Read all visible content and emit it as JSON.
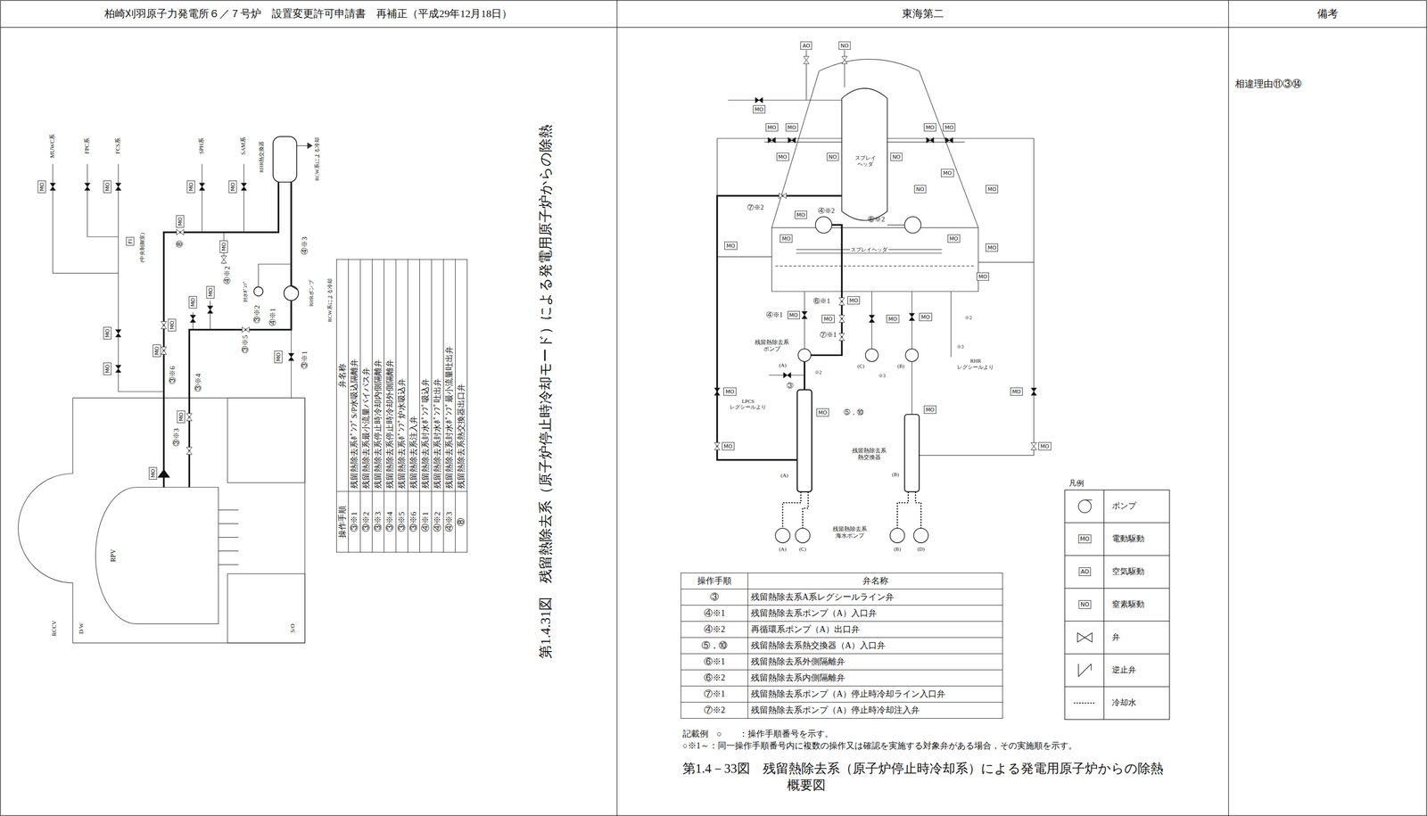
{
  "diagram": {
    "caption": "第1.4－33図　残留熱除去系（原子炉停止時冷却系）による発電用原子炉からの除熱　概要図",
    "nodes": [
      {
        "text": [
          "MO"
        ]
      },
      {
        "text": [
          "MO"
        ]
      },
      {
        "text": [
          "MO"
        ]
      },
      {
        "text": [
          "MO"
        ]
      },
      {
        "text": [
          "FI"
        ]
      },
      {
        "text": [
          "MO"
        ]
      },
      {
        "text": [
          "MO"
        ]
      },
      {
        "text": [
          "MO"
        ]
      },
      {
        "text": [
          "MO"
        ]
      },
      {
        "text": [
          "MO"
        ]
      },
      {
        "text": [
          "MO"
        ]
      },
      {
        "text": [
          "MO"
        ]
      },
      {
        "text": [
          "MO"
        ]
      },
      {
        "text": [
          "MO"
        ]
      },
      {
        "text": [
          "MO"
        ]
      },
      {
        "text": [
          "MO"
        ]
      },
      {
        "text": [
          "AO"
        ]
      },
      {
        "text": [
          "NO"
        ]
      },
      {
        "text": [
          "MO"
        ]
      },
      {
        "text": [
          "MO"
        ]
      },
      {
        "text": [
          "MO"
        ]
      },
      {
        "text": [
          "MO"
        ]
      },
      {
        "text": [
          "MO"
        ]
      },
      {
        "text": [
          "MO"
        ]
      },
      {
        "text": [
          "NO"
        ]
      },
      {
        "text": [
          "NO"
        ]
      },
      {
        "text": [
          "MO"
        ]
      },
      {
        "text": [
          "NO"
        ]
      },
      {
        "text": [
          "MO"
        ]
      },
      {
        "text": [
          "MO"
        ]
      },
      {
        "text": [
          "MO"
        ]
      },
      {
        "text": [
          "MO"
        ]
      },
      {
        "text": [
          "MO"
        ]
      },
      {
        "text": [
          "MO"
        ]
      },
      {
        "text": [
          "MO"
        ]
      },
      {
        "text": [
          "MO"
        ]
      },
      {
        "text": [
          "MO"
        ]
      },
      {
        "text": [
          "MO"
        ]
      },
      {
        "text": [
          "MO"
        ]
      },
      {
        "text": [
          "MO"
        ]
      },
      {
        "text": [
          "MO"
        ]
      },
      {
        "text": [
          "MO"
        ]
      },
      {
        "text": [
          "MO"
        ]
      },
      {
        "text": [
          "MO"
        ]
      },
      {
        "text": [
          "MO"
        ]
      },
      {
        "text": [
          "MO"
        ]
      }
    ],
    "labels": [
      "柏崎刈羽原子力発電所６／７号炉　設置変更許可申請書　再補正（平成29年12月18日）",
      "東海第二",
      "備考",
      "相違理由⑪③⑭",
      "MUWC系",
      "FPC系",
      "FCS系",
      "SPH系",
      "SAM系",
      "RHR熱交換器",
      "RCW系による冷却",
      "(中央制御室)",
      "RHRポンプ",
      "RCW系による冷却",
      "封水ﾎﾟﾝﾌﾟ",
      "RPV",
      "RCCV",
      "D/W",
      "S/O",
      "⑧",
      "④※2",
      "③※2",
      "④※3",
      "④※1",
      "③※5",
      "③※1",
      "③※6",
      "③※4",
      "③※3",
      "操作手順",
      "弁名称",
      "③※1",
      "残留熱除去系ﾎﾟﾝﾌﾟS/P水吸込隔離弁",
      "③※2",
      "残留熱除去系最小流量バイパス弁",
      "③※3",
      "残留熱除去系停止時冷却内側隔離弁",
      "③※4",
      "残留熱除去系停止時冷却外側隔離弁",
      "③※5",
      "残留熱除去系ﾎﾟﾝﾌﾟ炉水吸込弁",
      "③※6",
      "残留熱除去系注入弁",
      "④※1",
      "残留熱除去系封水ﾎﾟﾝﾌﾟ吸込弁",
      "④※2",
      "残留熱除去系封水ﾎﾟﾝﾌﾟ吐出弁",
      "④※3",
      "残留熱除去系封水ﾎﾟﾝﾌﾟ最小流量吐出弁",
      "⑧",
      "残留熱除去系熱交換器出口弁",
      "第1.4.31図　残留熱除去系（原子炉停止時冷却モード）による発電用原子炉からの除熱",
      "スプレイヘッダ",
      "スプレイヘッダ",
      "⑦※2",
      "④※2",
      "⑥※2",
      "⑥※1",
      "④※1",
      "⑦※1",
      "残留熱除去系 ポンプ",
      "(A)",
      "(C)",
      "(B)",
      "LPCS レグシールより",
      "RHR レグシールより",
      "③",
      "⑤，⑩",
      "※2",
      "※3",
      "※2",
      "※3",
      "残留熱除去系 熱交換器",
      "(A)",
      "(B)",
      "残留熱除去系 海水ポンプ",
      "(A)",
      "(C)",
      "(B)",
      "(D)",
      "操作手順",
      "弁名称",
      "③",
      "残留熱除去系A系レグシールライン弁",
      "④※1",
      "残留熱除去系ポンプ（A）入口弁",
      "④※2",
      "再循環系ポンプ（A）出口弁",
      "⑤，⑩",
      "残留熱除去系熱交換器（A）入口弁",
      "⑥※1",
      "残留熱除去系外側隔離弁",
      "⑥※2",
      "残留熱除去系内側隔離弁",
      "⑦※1",
      "残留熱除去系ポンプ（A）停止時冷却ライン入口弁",
      "⑦※2",
      "残留熱除去系ポンプ（A）停止時冷却注入弁",
      "凡例",
      "MO",
      "AO",
      "NO",
      "記載例　○　　：操作手順番号を示す。",
      "○※1～：同一操作手順番号内に複数の操作又は確認を実施する対象弁がある場合，その実施順を示す。"
    ],
    "legend": [
      {
        "text": "ポンプ"
      },
      {
        "text": "電動駆動"
      },
      {
        "text": "空気駆動"
      },
      {
        "text": "窒素駆動"
      },
      {
        "text": "弁"
      },
      {
        "text": "逆止弁"
      },
      {
        "text": "冷却水"
      }
    ]
  }
}
